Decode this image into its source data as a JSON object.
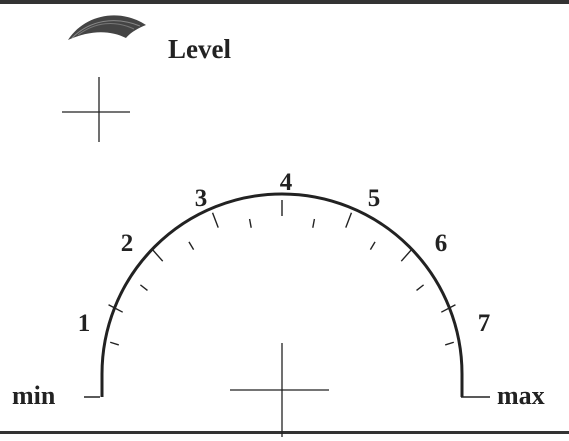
{
  "title": "Level",
  "scale": {
    "min_label": "min",
    "max_label": "max",
    "numbers": [
      "1",
      "2",
      "3",
      "4",
      "5",
      "6",
      "7"
    ]
  },
  "colors": {
    "ink": "#222222",
    "background": "#ffffff"
  },
  "icons": [
    "level-knob-icon",
    "crosshair-icon"
  ]
}
